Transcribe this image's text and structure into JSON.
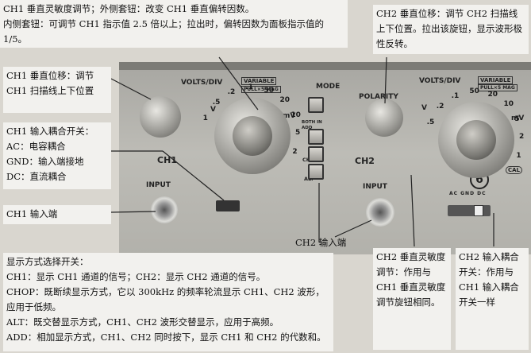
{
  "callouts": {
    "ch1_sensitivity": "CH1 垂直灵敏度调节；外侧套钮：改变 CH1 垂直偏转因数。",
    "ch1_sensitivity_2": "内侧套钮：可调节 CH1 指示值 2.5 倍以上；拉出时，偏转因数为面板指示值的 1/5。",
    "ch2_position": "CH2 垂直位移：调节 CH2 扫描线上下位置。拉出该旋钮，显示波形极性反转。",
    "ch1_position": "CH1 垂直位移：调节 CH1 扫描线上下位置",
    "ch1_coupling_title": "CH1 输入耦合开关：",
    "ch1_coupling_ac": "AC：电容耦合",
    "ch1_coupling_gnd": "GND：输入端接地",
    "ch1_coupling_dc": "DC：直流耦合",
    "ch1_input": "CH1 输入端",
    "ch2_input": "CH2 输入端",
    "mode_title": "显示方式选择开关：",
    "mode_ch": "CH1：显示 CH1 通道的信号；CH2：显示 CH2 通道的信号。",
    "mode_chop": "CHOP：既断续显示方式，它以 300kHz 的频率轮流显示 CH1、CH2 波形，应用于低频。",
    "mode_alt": "ALT：既交替显示方式，CH1、CH2 波形交替显示，应用于高频。",
    "mode_add": "ADD：相加显示方式，CH1、CH2 同时按下，显示 CH1 和 CH2 的代数和。",
    "ch2_sensitivity": "CH2 垂直灵敏度调节：作用与 CH1 垂直灵敏度调节旋钮相同。",
    "ch2_coupling": "CH2 输入耦合开关：作用与 CH1 输入耦合开关一样"
  },
  "panel": {
    "volts_div_left": "VOLTS/DIV",
    "variable_left": "VARIABLE",
    "pull_left": "PULL×5 MAG",
    "mode": "MODE",
    "ch1": "CH1",
    "ch2": "CH2",
    "polarity": "POLARITY",
    "volts_div_right": "VOLTS/DIV",
    "variable_right": "VARIABLE",
    "pull_right": "PULL×5 MAG",
    "input_left": "INPUT",
    "input_right": "INPUT",
    "chop": "CHOP",
    "alt": "ALT",
    "both_in_add": "BOTH IN ADD",
    "number_6": "6",
    "mv": "mV",
    "v": "V",
    "cal": "CAL",
    "ac_gnd_dc": "AC GND DC"
  },
  "scale_left": [
    "1",
    ".5",
    ".2",
    ".1",
    "50",
    "20",
    "10",
    "5",
    "2"
  ],
  "scale_right": [
    ".5",
    ".2",
    ".1",
    "50",
    "20",
    "10",
    "5",
    "2",
    "1"
  ]
}
